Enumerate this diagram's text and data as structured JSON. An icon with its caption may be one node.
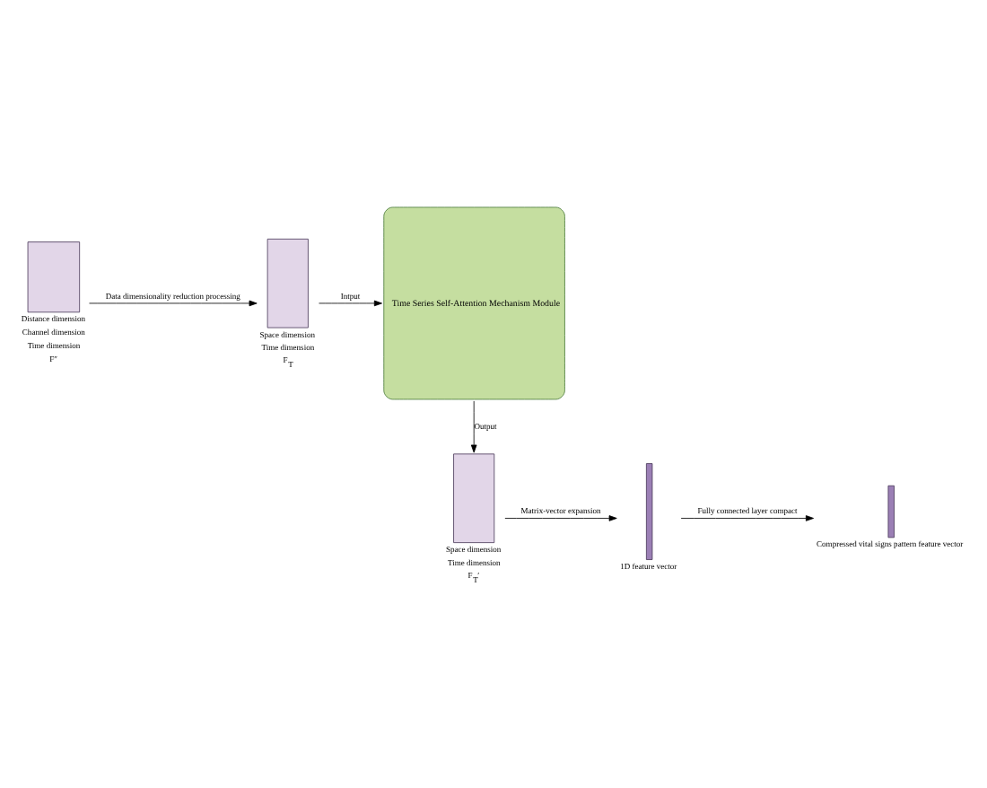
{
  "diagram": {
    "nodes": [
      {
        "text": [],
        "shape": "box",
        "beside": [
          "Distance dimension",
          "Channel dimension",
          "Time dimension",
          "F″"
        ]
      },
      {
        "text": [],
        "shape": "box",
        "beside": [
          "Space dimension",
          "Time dimension",
          "F$_{T}$"
        ]
      },
      {
        "text": [
          "Time Series Self-Attention Mechanism Module"
        ]
      },
      {
        "text": [],
        "shape": "box",
        "beside": [
          "Space dimension",
          "Time dimension",
          "F$_{T}$′"
        ]
      },
      {
        "text": [],
        "shape": "bar",
        "beside": [
          "1D feature vector"
        ]
      },
      {
        "text": [],
        "shape": "bar",
        "beside": [
          "Compressed vital signs pattern feature vector"
        ]
      }
    ],
    "edges": [
      {
        "from": 0,
        "to": 1,
        "arrow": "to",
        "label": "Data dimensionality reduction processing"
      },
      {
        "from": 1,
        "to": 2,
        "arrow": "to",
        "label": "Intput"
      },
      {
        "from": 2,
        "to": 3,
        "arrow": "to",
        "label": "Output"
      },
      {
        "from": 3,
        "to": 4,
        "arrow": "to",
        "label": "Matrix-vector expansion"
      },
      {
        "from": 4,
        "to": 5,
        "arrow": "to",
        "label": "Fully connected layer compact"
      }
    ]
  }
}
